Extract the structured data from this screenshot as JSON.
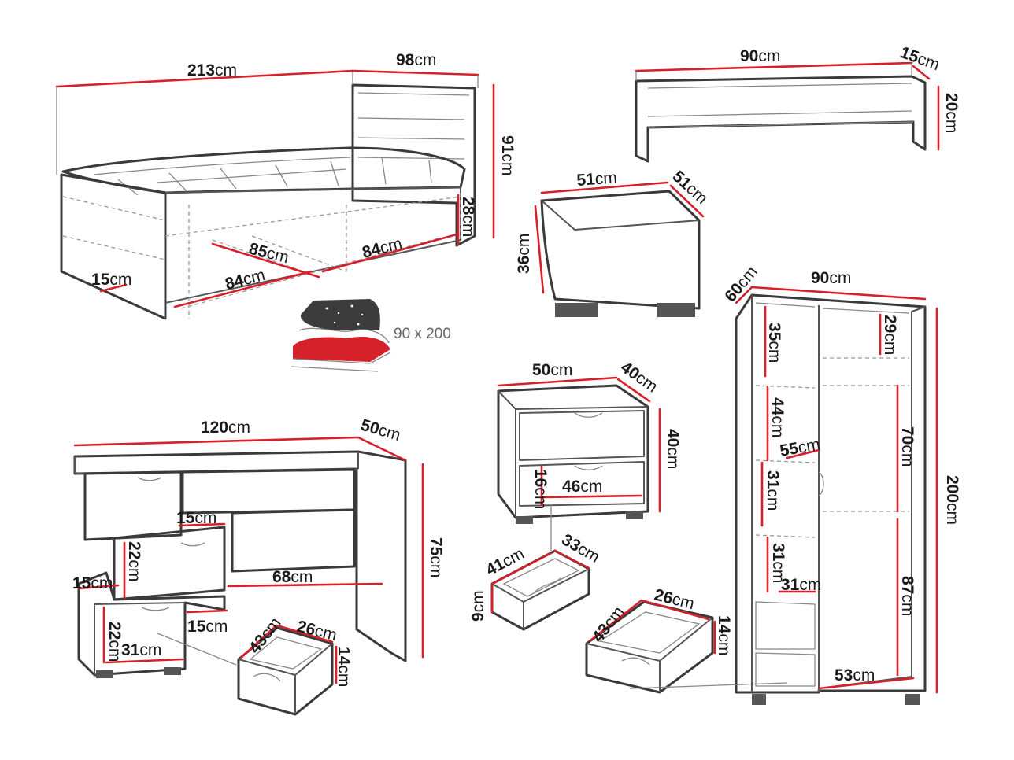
{
  "unit": "cm",
  "dimensions": {
    "bed_length": "213",
    "bed_headboard_depth": "98",
    "bed_height": "91",
    "bed_side_height": "28",
    "bed_drawer_width_back": "84",
    "bed_drawer_depth": "85",
    "bed_drawer_width_front": "84",
    "bed_frame_thickness": "15",
    "shelf_width": "90",
    "shelf_depth": "15",
    "shelf_height": "20",
    "pouf_width": "51",
    "pouf_depth": "51",
    "pouf_height": "36",
    "wardrobe_depth": "60",
    "wardrobe_width": "90",
    "wardrobe_height": "200",
    "wardrobe_top_shelf": "29",
    "wardrobe_shelf_1": "35",
    "wardrobe_shelf_2": "44",
    "wardrobe_inner_depth": "55",
    "wardrobe_hanging_upper": "70",
    "wardrobe_shelf_3": "31",
    "wardrobe_shelf_4": "31",
    "wardrobe_shelf_width": "31",
    "wardrobe_hanging_lower": "87",
    "wardrobe_inner_width": "53",
    "nightstand_width": "50",
    "nightstand_depth": "40",
    "nightstand_height": "40",
    "nightstand_drawer_height": "16",
    "nightstand_drawer_width": "46",
    "nightstand_box_depth": "41",
    "nightstand_box_width": "33",
    "nightstand_box_height": "9",
    "desk_width": "120",
    "desk_depth": "50",
    "desk_height": "75",
    "desk_knee_width": "68",
    "desk_step_1": "15",
    "desk_drawer_height_1": "22",
    "desk_step_2": "15",
    "desk_step_3": "15",
    "desk_drawer_height_2": "22",
    "desk_drawer_width": "31",
    "desk_box_depth": "43",
    "desk_box_width": "26",
    "desk_box_height": "14",
    "wardrobe_box_depth": "43",
    "wardrobe_box_width": "26",
    "wardrobe_box_height": "14"
  },
  "mattress": {
    "size": "90 x 200"
  }
}
